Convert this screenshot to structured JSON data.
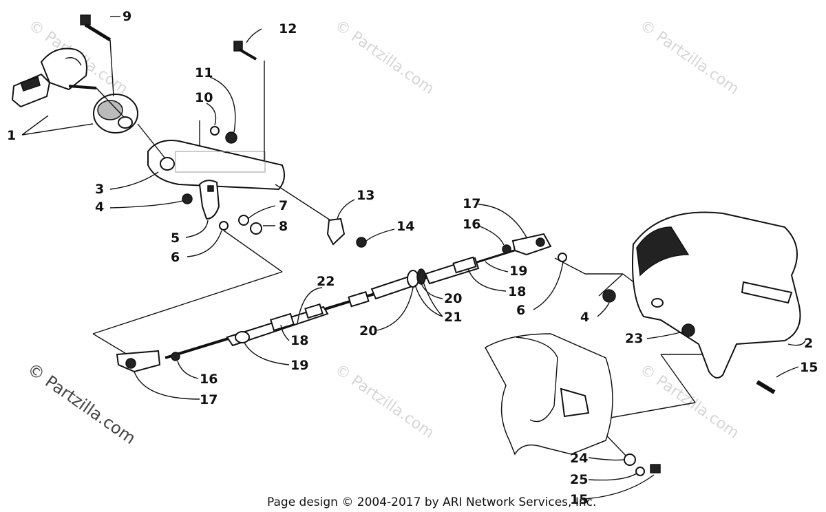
{
  "watermark": "© Partzilla.com",
  "footer": "Page design © 2004-2017 by ARI Network Services, Inc.",
  "callouts": {
    "c1": "1",
    "c2": "2",
    "c3": "3",
    "c4a": "4",
    "c4b": "4",
    "c5": "5",
    "c6a": "6",
    "c6b": "6",
    "c7": "7",
    "c8": "8",
    "c9": "9",
    "c10": "10",
    "c11": "11",
    "c12": "12",
    "c13": "13",
    "c14": "14",
    "c15a": "15",
    "c15b": "15",
    "c16a": "16",
    "c16b": "16",
    "c17a": "17",
    "c17b": "17",
    "c18a": "18",
    "c18b": "18",
    "c19a": "19",
    "c19b": "19",
    "c20a": "20",
    "c20b": "20",
    "c21": "21",
    "c22": "22",
    "c23": "23",
    "c24": "24",
    "c25": "25"
  }
}
